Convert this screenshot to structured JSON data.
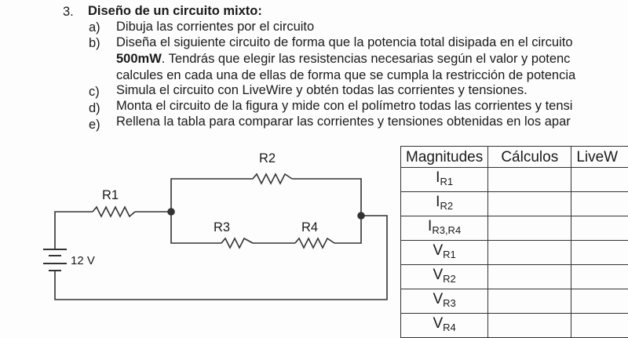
{
  "exercise": {
    "number": "3.",
    "title": "Diseño de un circuito mixto:",
    "items": [
      {
        "letter": "a)",
        "text": "Dibuja las corrientes por el circuito"
      },
      {
        "letter": "b)",
        "text": "Diseña el siguiente circuito de forma que la potencia total disipada en el circuito",
        "bold": "500mW",
        "text2": ". Tendrás que elegir las resistencias necesarias según el valor y potenc",
        "text3": "calcules en cada una de ellas de forma que se cumpla la restricción de potencia"
      },
      {
        "letter": "c)",
        "text": "Simula el circuito con LiveWire y obtén todas las corrientes y tensiones."
      },
      {
        "letter": "d)",
        "text": "Monta el circuito de la figura y mide con el polímetro todas las corrientes y tensi"
      },
      {
        "letter": "e)",
        "text": "Rellena la tabla para comparar las corrientes y tensiones obtenidas en los apar"
      }
    ]
  },
  "circuit": {
    "labels": {
      "r1": "R1",
      "r2": "R2",
      "r3": "R3",
      "r4": "R4",
      "source": "12 V"
    }
  },
  "table": {
    "headers": [
      "Magnitudes",
      "Cálculos",
      "LiveW"
    ],
    "rows": [
      {
        "sym": "I",
        "sub": "R1"
      },
      {
        "sym": "I",
        "sub": "R2"
      },
      {
        "sym": "I",
        "sub": "R3,R4"
      },
      {
        "sym": "V",
        "sub": "R1"
      },
      {
        "sym": "V",
        "sub": "R2"
      },
      {
        "sym": "V",
        "sub": "R3"
      },
      {
        "sym": "V",
        "sub": "R4"
      }
    ]
  }
}
